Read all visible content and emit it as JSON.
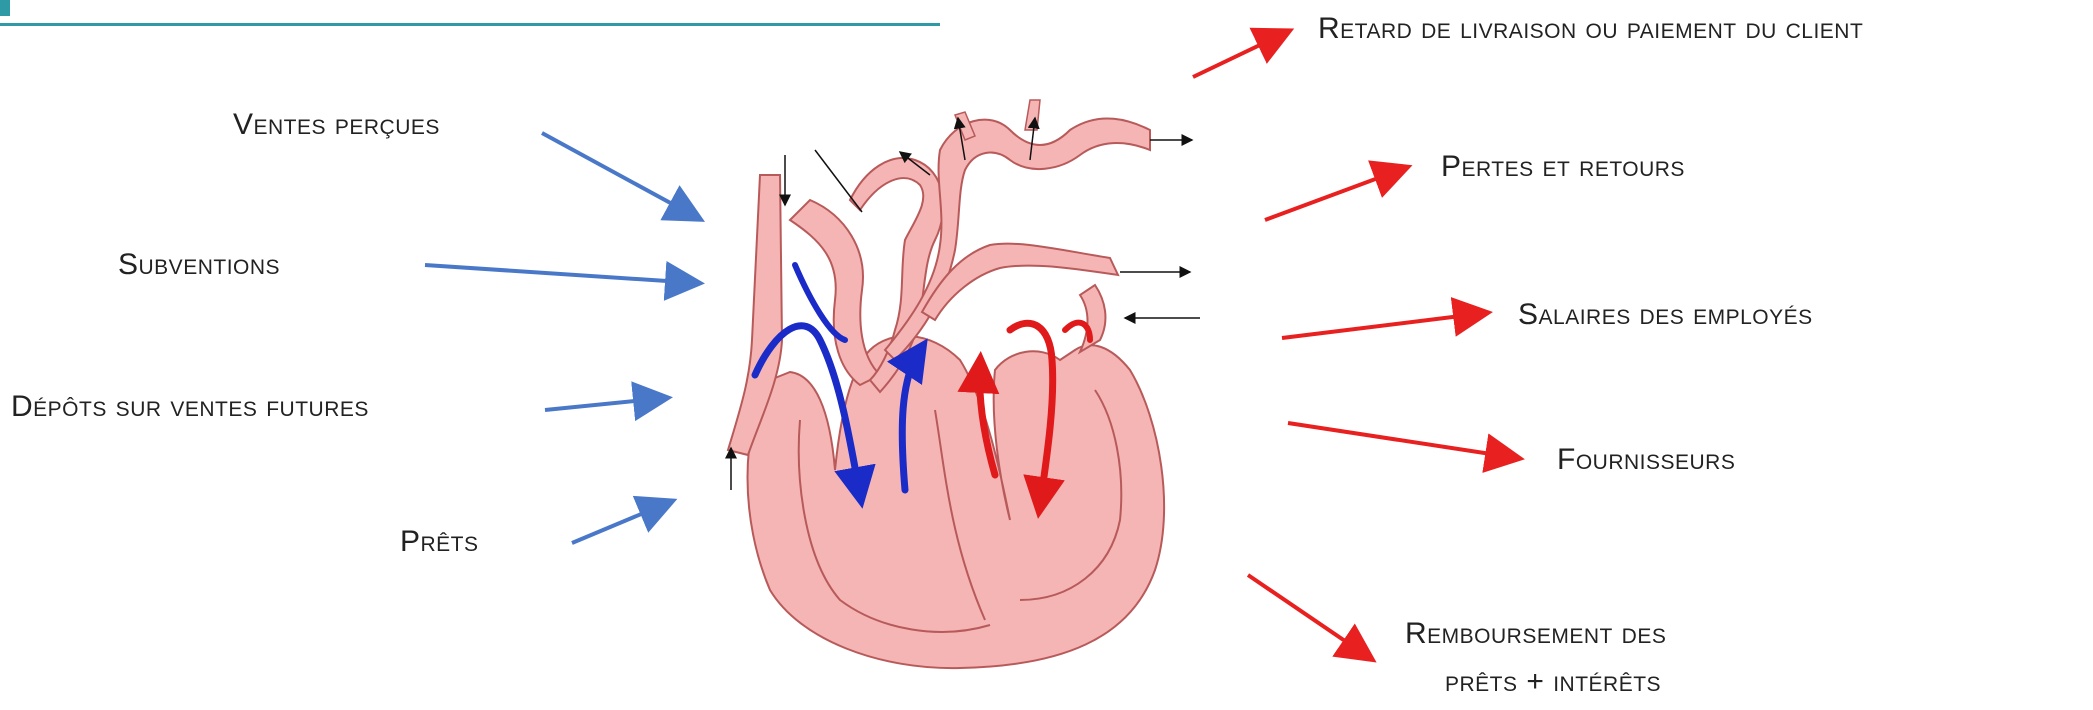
{
  "inflows": [
    {
      "id": "ventes",
      "label": "Ventes perçues"
    },
    {
      "id": "subventions",
      "label": "Subventions"
    },
    {
      "id": "depots",
      "label": "Dépôts sur ventes futures"
    },
    {
      "id": "prets",
      "label": "Prêts"
    }
  ],
  "outflows": [
    {
      "id": "retard",
      "label": "Retard de livraison ou paiement du client"
    },
    {
      "id": "pertes",
      "label": "Pertes et retours"
    },
    {
      "id": "salaires",
      "label": "Salaires des employés"
    },
    {
      "id": "fournisseurs",
      "label": "Fournisseurs"
    },
    {
      "id": "remboursement",
      "label": "Remboursement des",
      "label_line2": "prêts + intérêts"
    }
  ],
  "colors": {
    "inflow_arrow": "#4a78c8",
    "outflow_arrow": "#e82020",
    "heart_fill": "#f5b5b5",
    "heart_stroke": "#b85a5a",
    "blood_blue": "#1a2bc8",
    "blood_red": "#e01a1a",
    "accent_rule": "#2d9aa6"
  }
}
